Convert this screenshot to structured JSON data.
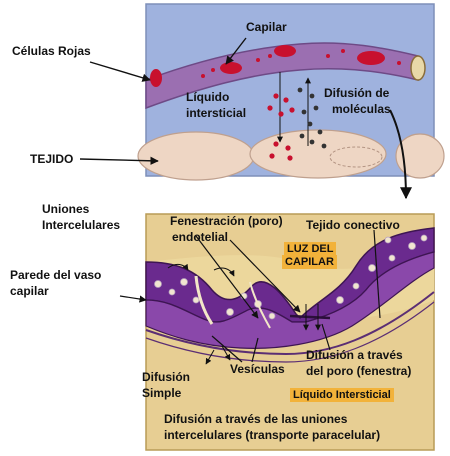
{
  "labels": {
    "capilar": "Capilar",
    "celulas_rojas": "Células Rojas",
    "liquido_intersticial_1": "Líquido",
    "liquido_intersticial_2": "intersticial",
    "difusion_moleculas_1": "Difusión de",
    "difusion_moleculas_2": "moléculas",
    "tejido": "TEJIDO",
    "uniones_1": "Uniones",
    "uniones_2": "Intercelulares",
    "fenestracion_1": "Fenestración (poro)",
    "fenestracion_2": "endotelial",
    "tejido_conectivo": "Tejido conectivo",
    "pared_1": "Parede del vaso",
    "pared_2": "capilar",
    "difusion_simple_1": "Difusión",
    "difusion_simple_2": "Simple",
    "vesiculas": "Vesículas",
    "difusion_poro_1": "Difusión a través",
    "difusion_poro_2": "del poro (fenestra)",
    "difusion_uniones_1": "Difusión a través de las uniones",
    "difusion_uniones_2": "intercelulares (transporte paracelular)"
  },
  "badges": {
    "luz_1": "LUZ DEL",
    "luz_2": "CAPILAR",
    "liquido_intersticial": "Líquido Intersticial"
  },
  "colors": {
    "panel_top": "#9fb2de",
    "panel_bottom": "#e7ce93",
    "capillary": "#9b6fb1",
    "red_cells": "#c8102e",
    "tissue": "#eed6c4",
    "lumen": "#e9c983",
    "endothelium": "#6a2a8e",
    "badge": "#f2b23a"
  }
}
